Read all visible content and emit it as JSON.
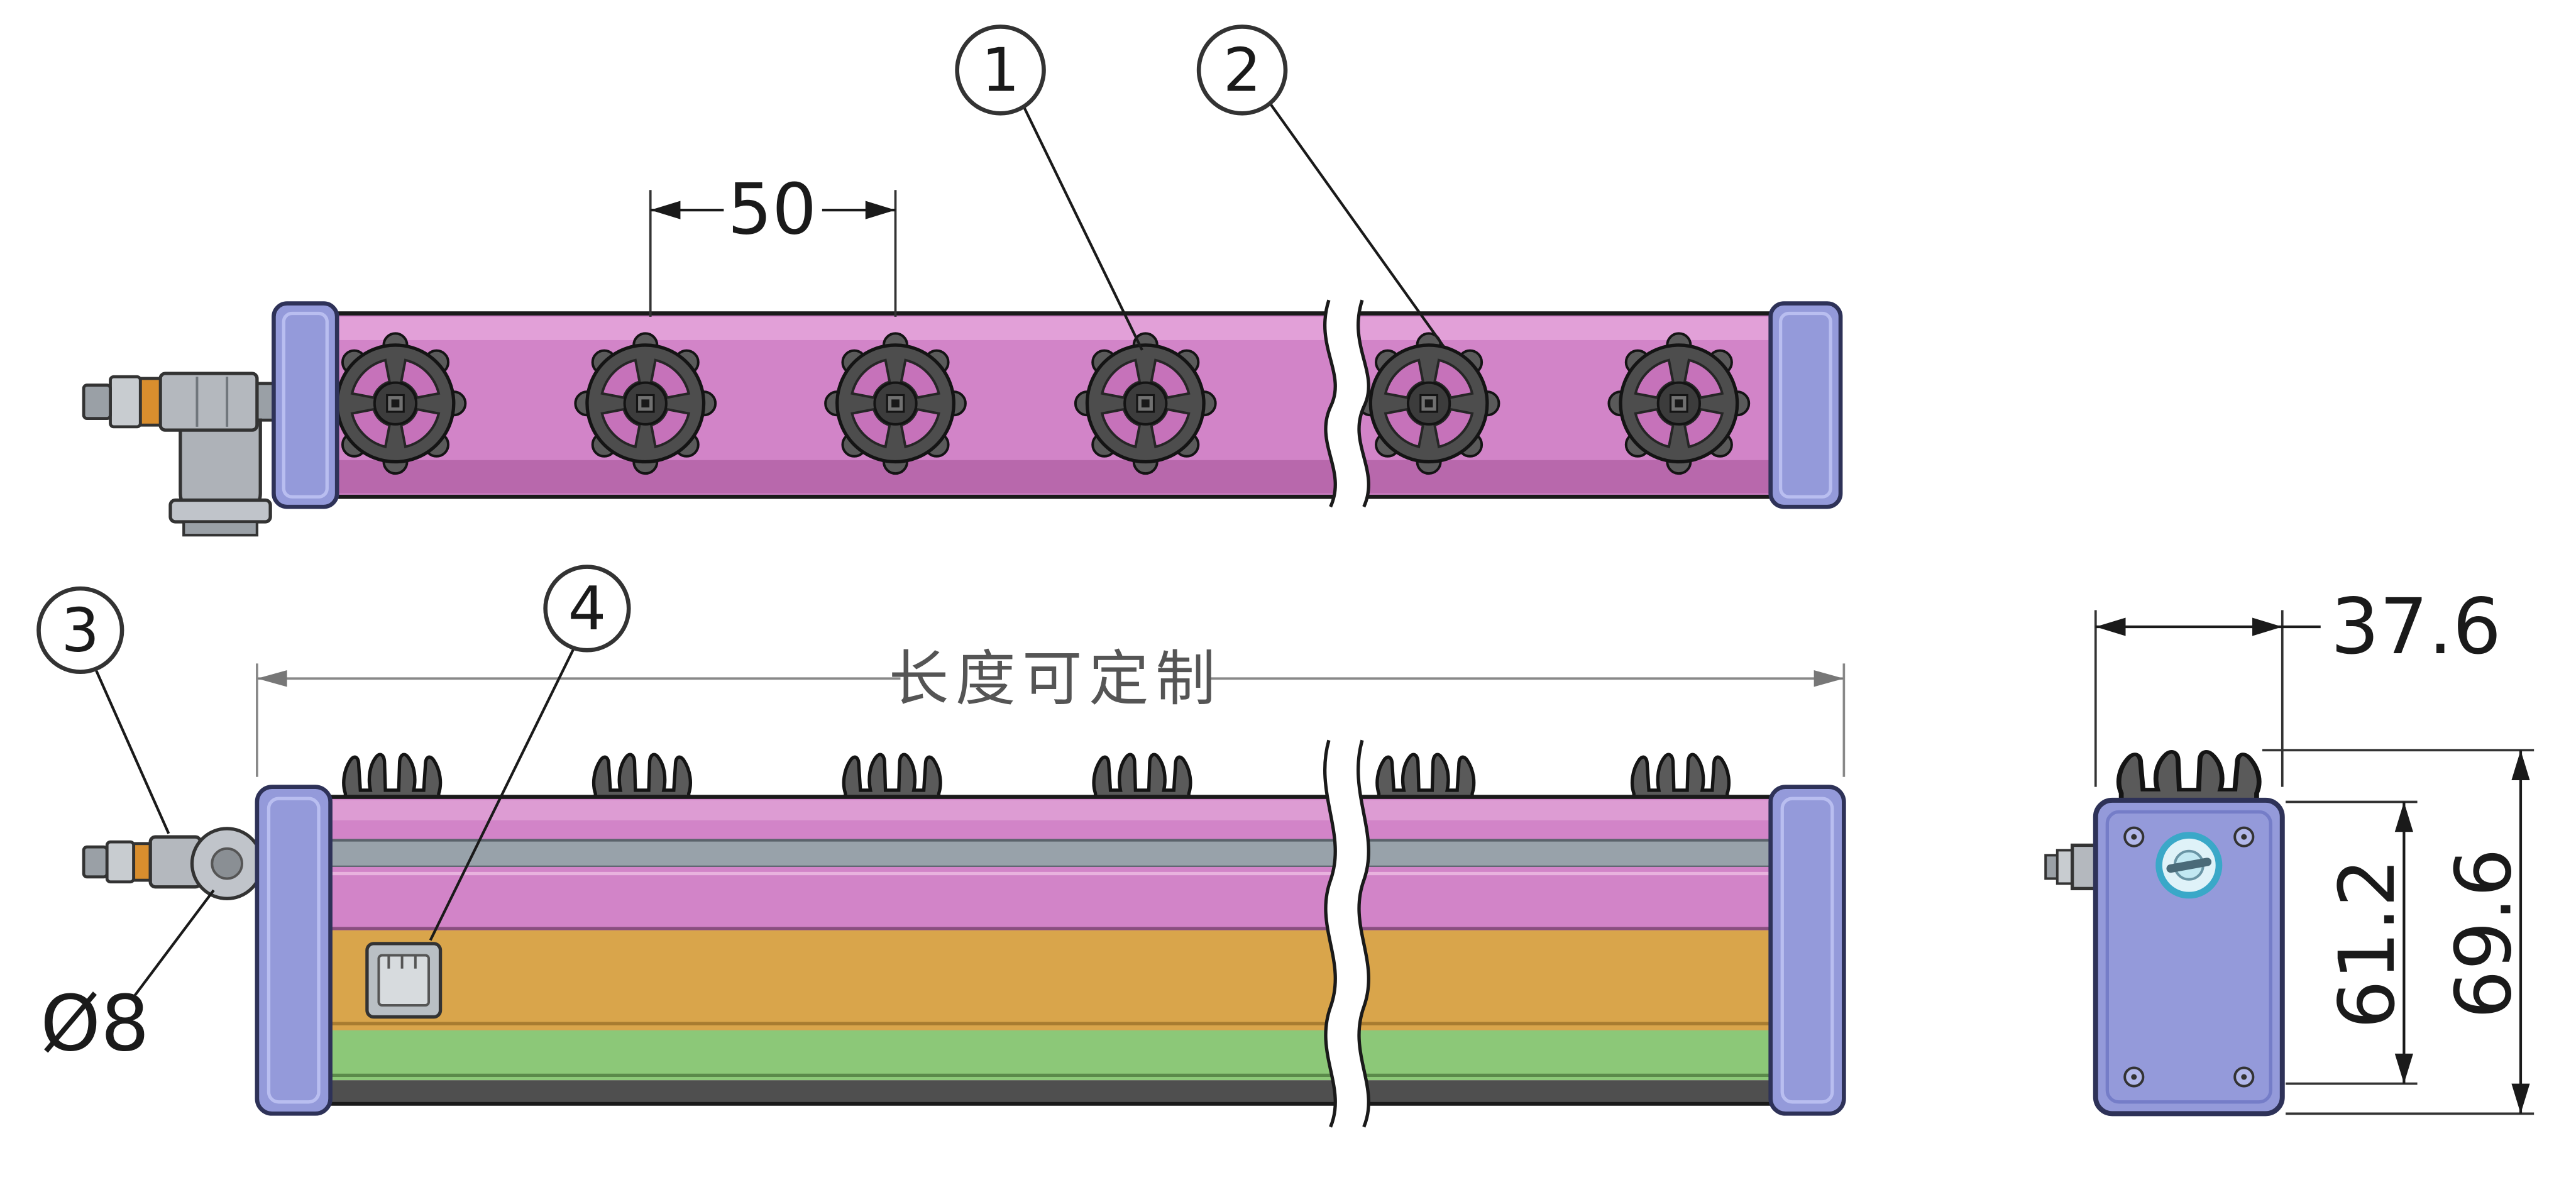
{
  "callouts": [
    {
      "label": "1"
    },
    {
      "label": "2"
    },
    {
      "label": "3"
    },
    {
      "label": "4"
    }
  ],
  "dimensions": {
    "nozzle_pitch": "50",
    "custom_length_note": "长度可定制",
    "fitting_diameter": "Ø8",
    "end_view_width": "37.6",
    "body_height": "61.2",
    "overall_height": "69.6"
  },
  "colors": {
    "body_pink": "#d284c8",
    "body_pink_light": "#e2a0d8",
    "body_pink_dark": "#b868ac",
    "end_cap_purple": "#949ada",
    "band_gray": "#98a2aa",
    "band_orange": "#d9a54b",
    "band_green": "#8cc878",
    "bottom_strip_gray": "#4f4f4f",
    "nozzle_gray": "#4d4d4d",
    "fitting_orange": "#d98e2e",
    "fitting_gray": "#b4b8be",
    "port_cyan": "#3aa8c8",
    "outline": "#1a1a1a"
  }
}
